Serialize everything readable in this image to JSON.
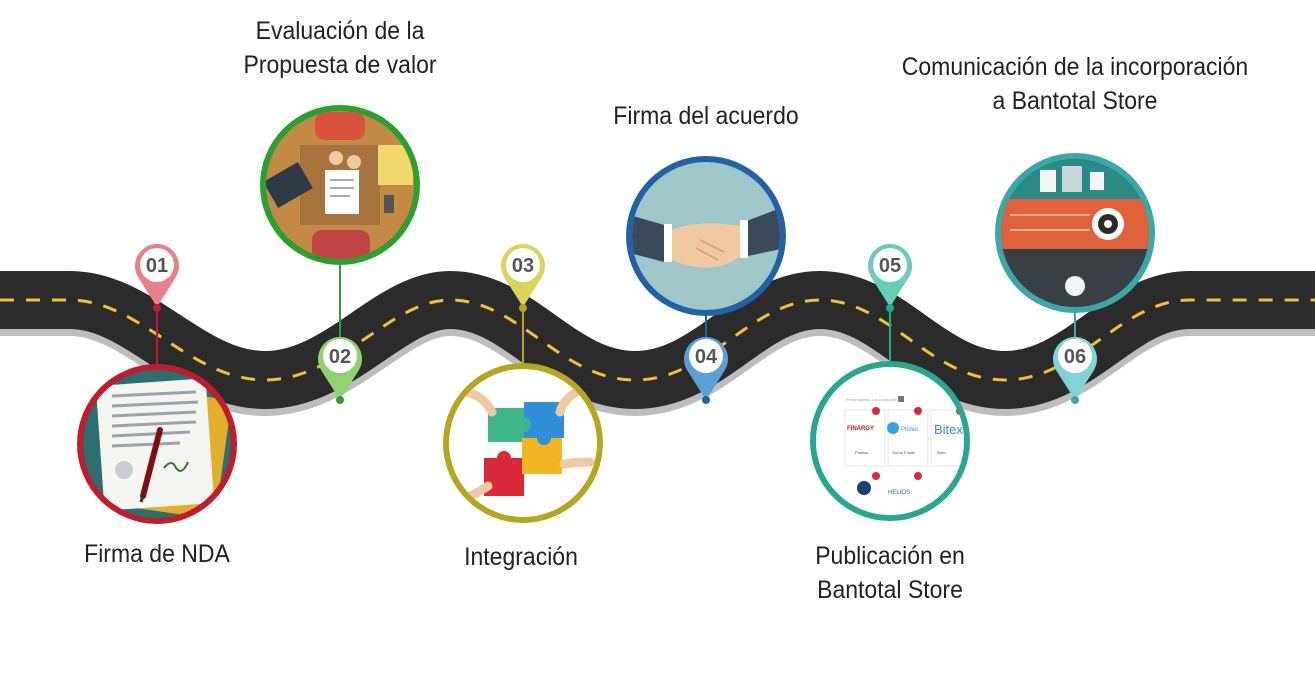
{
  "steps": [
    {
      "num": "01",
      "title_lines": [
        "Firma de NDA"
      ],
      "color": "#c21b2b",
      "pin_color": "#e87a86",
      "icon": "document-signature-icon"
    },
    {
      "num": "02",
      "title_lines": [
        "Evaluación de la",
        "Propuesta de valor"
      ],
      "color": "#2aa12f",
      "pin_color": "#8fd16e",
      "icon": "meeting-table-icon"
    },
    {
      "num": "03",
      "title_lines": [
        "Integración"
      ],
      "color": "#b3a720",
      "pin_color": "#d9d45a",
      "icon": "puzzle-icon"
    },
    {
      "num": "04",
      "title_lines": [
        "Firma del acuerdo"
      ],
      "color": "#1f63a6",
      "pin_color": "#5b9fd9",
      "icon": "handshake-icon"
    },
    {
      "num": "05",
      "title_lines": [
        "Publicación en",
        "Bantotal Store"
      ],
      "color": "#27a88e",
      "pin_color": "#66cdb6",
      "icon": "store-screenshot-icon"
    },
    {
      "num": "06",
      "title_lines": [
        "Comunicación de la incorporación",
        "a Bantotal Store"
      ],
      "color": "#3aa7a8",
      "pin_color": "#7fd3d6",
      "icon": "technology-communication-icon"
    }
  ],
  "store_screenshot": {
    "header_text": "Presentamos: Los productos",
    "brands": [
      "FINARGY",
      "Prideo",
      "Bitex",
      "HELIOS"
    ],
    "cards": [
      "Plastop",
      "Gurns Folder",
      "Bitex"
    ]
  }
}
